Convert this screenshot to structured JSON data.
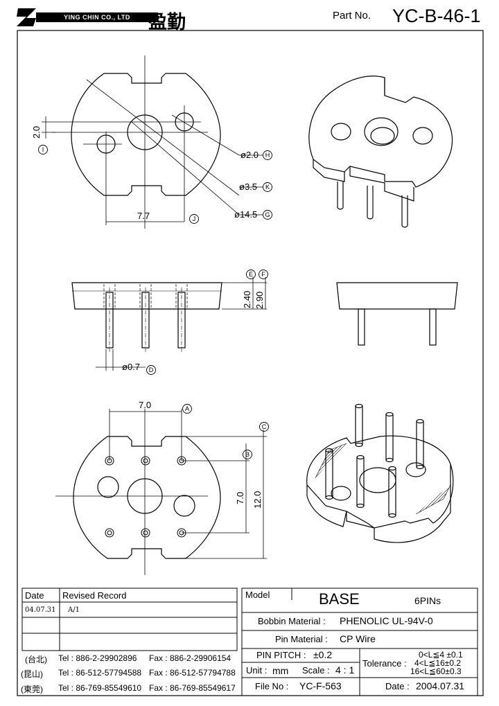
{
  "header": {
    "company_en": "YING CHIN CO., LTD",
    "company_cn": "盈勤",
    "part_no_label": "Part No.",
    "part_no": "YC-B-46-1"
  },
  "dimensions": {
    "top_dim_2": "2.0",
    "top_dim_7_7": "7.7",
    "hole_2_0": "ø2.0",
    "hole_3_5": "ø3.5",
    "hole_14_5": "ø14.5",
    "side_2_40": "2.40",
    "side_2_90": "2.90",
    "pin_0_7": "ø0.7",
    "bottom_7_0_h": "7.0",
    "bottom_7_0_v": "7.0",
    "bottom_12_0": "12.0"
  },
  "callouts": {
    "A": "A",
    "B": "B",
    "C": "C",
    "D": "D",
    "E": "E",
    "F": "F",
    "G": "G",
    "H": "H",
    "I": "I",
    "J": "J",
    "K": "K"
  },
  "revision_table": {
    "date_header": "Date",
    "record_header": "Revised  Record",
    "rows": [
      {
        "date": "04.07.31",
        "record": "A/1"
      }
    ]
  },
  "contacts": [
    {
      "city": "(台北)",
      "tel": "Tel : 886-2-29902896",
      "fax": "Fax : 886-2-29906154"
    },
    {
      "city": "(昆山)",
      "tel": "Tel : 86-512-57794588",
      "fax": "Fax : 86-512-57794788"
    },
    {
      "city": "(東莞)",
      "tel": "Tel : 86-769-85549610",
      "fax": "Fax : 86-769-85549617"
    }
  ],
  "spec": {
    "model_label": "Model",
    "model": "BASE",
    "pins": "6PINs",
    "bobbin_label": "Bobbin  Material :",
    "bobbin": "PHENOLIC UL-94V-0",
    "pin_mat_label": "Pin  Material :",
    "pin_mat": "CP Wire",
    "pin_pitch_label": "PIN  PITCH :",
    "pin_pitch": "±0.2",
    "tolerance_label": "Tolerance :",
    "tol_1": "0<L≦4  ±0.1",
    "tol_2": "4<L≦16±0.2",
    "tol_3": "16<L≦60±0.3",
    "unit_label": "Unit :",
    "unit": "mm",
    "scale_label": "Scale :",
    "scale": "4 : 1",
    "file_label": "File  No :",
    "file": "YC-F-563",
    "date_label": "Date :",
    "date": "2004.07.31"
  }
}
